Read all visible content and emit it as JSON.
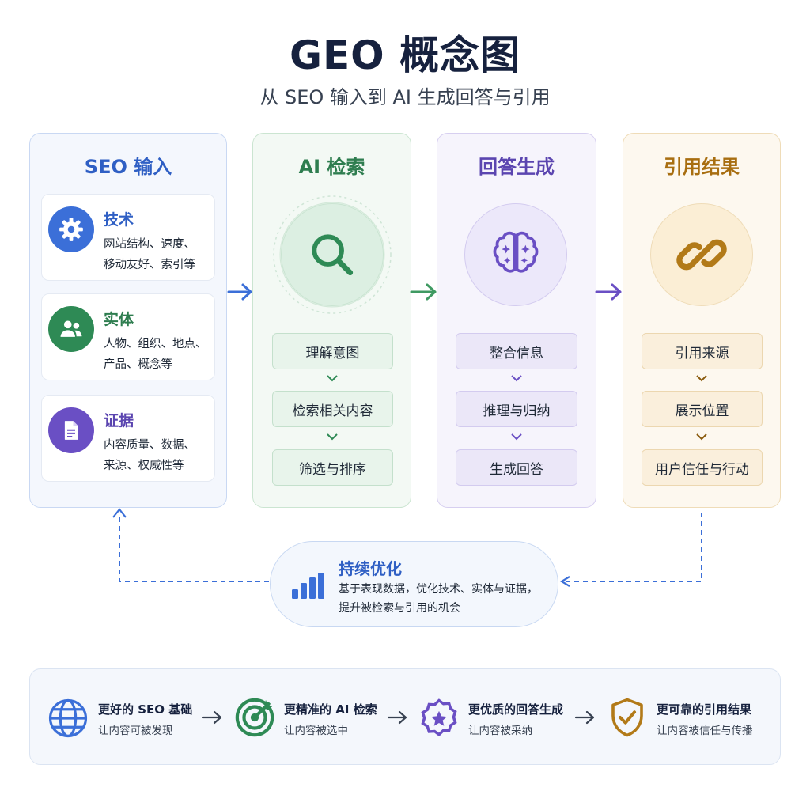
{
  "header": {
    "title": "GEO 概念图",
    "subtitle": "从 SEO 输入到 AI 生成回答与引用"
  },
  "panels": {
    "seo": {
      "title": "SEO 输入",
      "cards": [
        {
          "title": "技术",
          "line1": "网站结构、速度、",
          "line2": "移动友好、索引等",
          "icon": "gear-icon"
        },
        {
          "title": "实体",
          "line1": "人物、组织、地点、",
          "line2": "产品、概念等",
          "icon": "users-icon"
        },
        {
          "title": "证据",
          "line1": "内容质量、数据、",
          "line2": "来源、权威性等",
          "icon": "document-icon"
        }
      ]
    },
    "ai": {
      "title": "AI 检索",
      "icon": "search-icon",
      "steps": [
        "理解意图",
        "检索相关内容",
        "筛选与排序"
      ]
    },
    "answer": {
      "title": "回答生成",
      "icon": "brain-icon",
      "steps": [
        "整合信息",
        "推理与归纳",
        "生成回答"
      ]
    },
    "citation": {
      "title": "引用结果",
      "icon": "link-icon",
      "steps": [
        "引用来源",
        "展示位置",
        "用户信任与行动"
      ]
    }
  },
  "optimization": {
    "title": "持续优化",
    "line1": "基于表现数据，优化技术、实体与证据，",
    "line2": "提升被检索与引用的机会",
    "icon": "bar-chart-icon"
  },
  "benefits": [
    {
      "title": "更好的 SEO 基础",
      "desc": "让内容可被发现",
      "icon": "globe-icon"
    },
    {
      "title": "更精准的 AI 检索",
      "desc": "让内容被选中",
      "icon": "target-icon"
    },
    {
      "title": "更优质的回答生成",
      "desc": "让内容被采纳",
      "icon": "star-badge-icon"
    },
    {
      "title": "更可靠的引用结果",
      "desc": "让内容被信任与传播",
      "icon": "shield-check-icon"
    }
  ],
  "colors": {
    "seo": "#2f5fc4",
    "ai": "#2e7d4f",
    "answer": "#5b45b0",
    "citation": "#a86e10"
  }
}
